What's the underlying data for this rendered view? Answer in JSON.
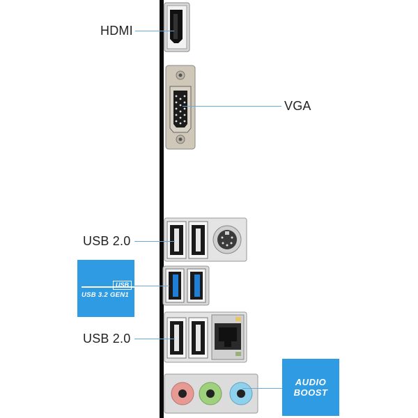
{
  "labels": {
    "hdmi": "HDMI",
    "vga": "VGA",
    "usb20_top": "USB 2.0",
    "usb20_bottom": "USB 2.0"
  },
  "badges": {
    "usb": {
      "logo": "USB",
      "text": "USB 3.2 GEN1",
      "color": "#2f9be3"
    },
    "audio": {
      "line1": "AUDIO",
      "line2": "BOOST",
      "color": "#2f9be3"
    }
  },
  "colors": {
    "leader": "#6aa8d8",
    "usb3_blue": "#1f7fd6",
    "audio_pink": "#e79a94",
    "audio_green": "#9fd07c",
    "audio_blue": "#8fd0ec"
  }
}
